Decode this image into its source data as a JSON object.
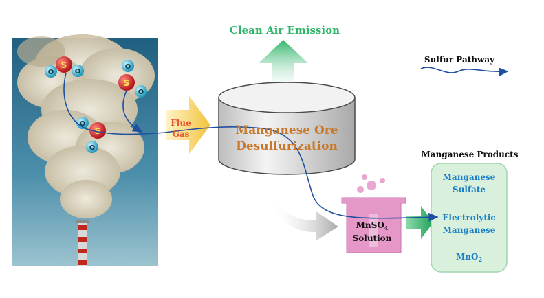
{
  "title_clean_air": "Clean Air Emission",
  "legend": {
    "label": "Sulfur Pathway"
  },
  "flue_gas": {
    "line1": "Flue",
    "line2": "Gas"
  },
  "reactor": {
    "line1": "Manganese Ore",
    "line2": "Desulfurization"
  },
  "beaker": {
    "formula_main": "MnSO",
    "formula_sub": "4",
    "line2": "Solution"
  },
  "products": {
    "title": "Manganese Products",
    "item1_line1": "Manganese",
    "item1_line2": "Sulfate",
    "item2_line1": "Electrolytic",
    "item2_line2": "Manganese",
    "item3_main": "MnO",
    "item3_sub": "2"
  },
  "molecule_atoms": {
    "sulfur": "S",
    "oxygen": "O"
  },
  "colors": {
    "green_arrow": "#2fb56a",
    "flue_orange": "#e8552a",
    "reactor_text": "#c8782a",
    "pathway_blue": "#1f4fa0",
    "products_blue": "#1b7fc4",
    "products_box": "#d9f0dd",
    "beaker_pink": "#e597c8",
    "sky": "#3a7fa0",
    "smoke": "#e6dcc6"
  }
}
